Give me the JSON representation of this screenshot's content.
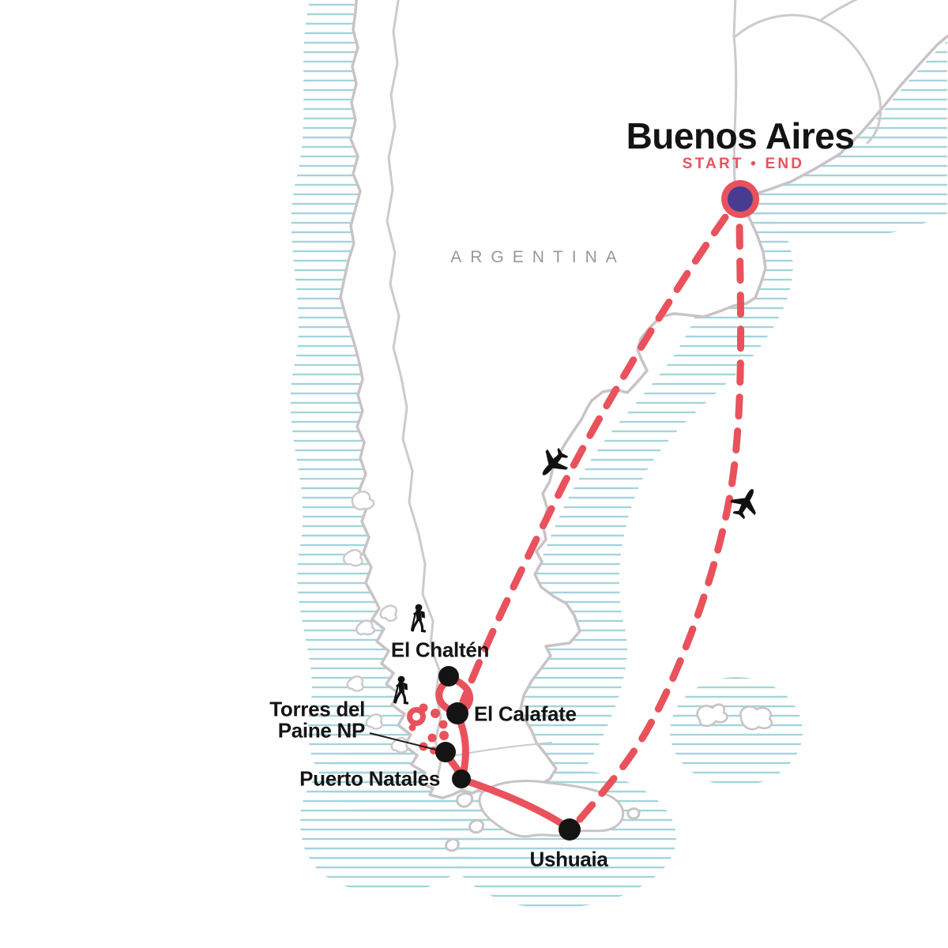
{
  "labels": {
    "buenos_aires": "Buenos Aires",
    "start_end": "START • END",
    "argentina": "ARGENTINA",
    "el_chalten": "El Chaltén",
    "el_calafate": "El Calafate",
    "torres_line1": "Torres del",
    "torres_line2": "Paine NP",
    "puerto_natales": "Puerto Natales",
    "ushuaia": "Ushuaia"
  },
  "route": {
    "start_end_city": "Buenos Aires",
    "stops_in_order": [
      "Buenos Aires",
      "El Calafate",
      "El Chaltén",
      "Torres del Paine NP",
      "Puerto Natales",
      "Ushuaia",
      "Buenos Aires"
    ],
    "flight_segments": [
      "Buenos Aires → El Calafate",
      "Ushuaia → Buenos Aires"
    ]
  },
  "icons": [
    "airplane-icon",
    "hiker-icon",
    "start-end-marker",
    "stop-dot",
    "park-ring-marker"
  ],
  "colors": {
    "route": "#e9525c",
    "marker_inner": "#473c8f",
    "ocean_hatch": "#a3d5da",
    "coastline": "#c9c3c6",
    "border": "#cdc9cc",
    "country_label": "#97979d",
    "stop_dot": "#141414",
    "label_text": "#141414",
    "background": "#ffffff"
  }
}
